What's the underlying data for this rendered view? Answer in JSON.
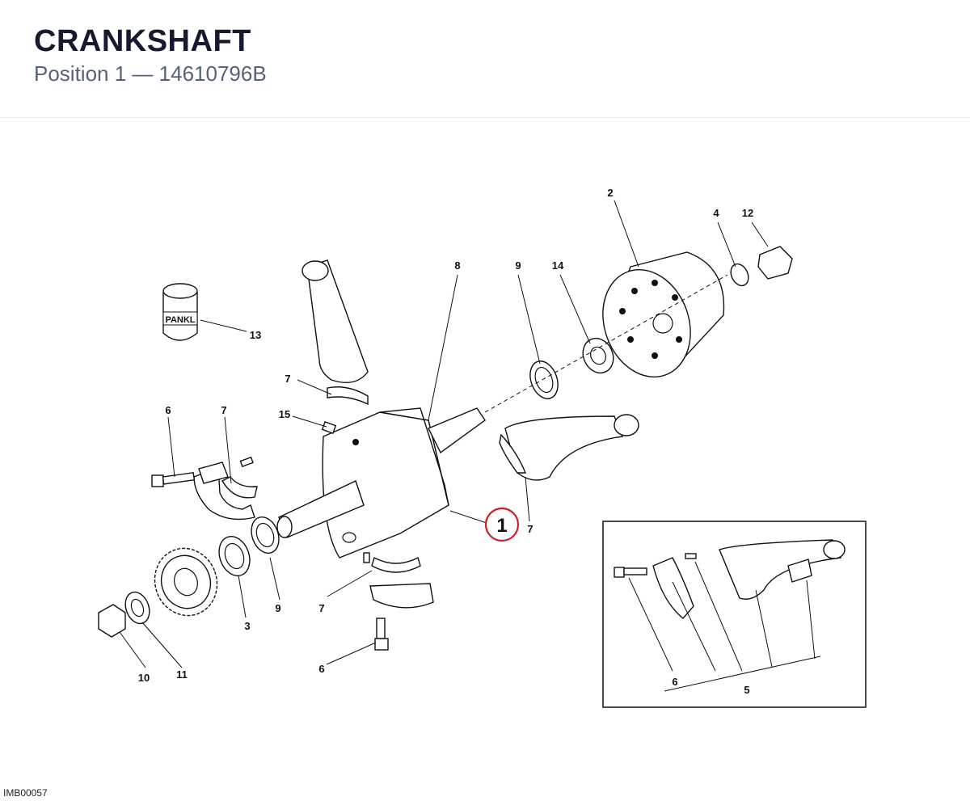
{
  "header": {
    "title": "CRANKSHAFT",
    "position_label": "Position 1",
    "separator": "—",
    "part_number": "14610796B"
  },
  "diagram": {
    "highlighted_callout": "1",
    "highlight_color": "#cc1f2b",
    "brand_marking": "PANKL",
    "callouts": {
      "c2": "2",
      "c4": "4",
      "c12": "12",
      "c8": "8",
      "c9a": "9",
      "c14": "14",
      "c13": "13",
      "c7a": "7",
      "c15": "15",
      "c6a": "6",
      "c7b": "7",
      "c7c": "7",
      "c7d": "7",
      "c9b": "9",
      "c3": "3",
      "c10": "10",
      "c11": "11",
      "c6b": "6"
    },
    "inset_callouts": {
      "c6": "6",
      "c5": "5"
    }
  },
  "footer": {
    "image_code": "IMB00057"
  }
}
